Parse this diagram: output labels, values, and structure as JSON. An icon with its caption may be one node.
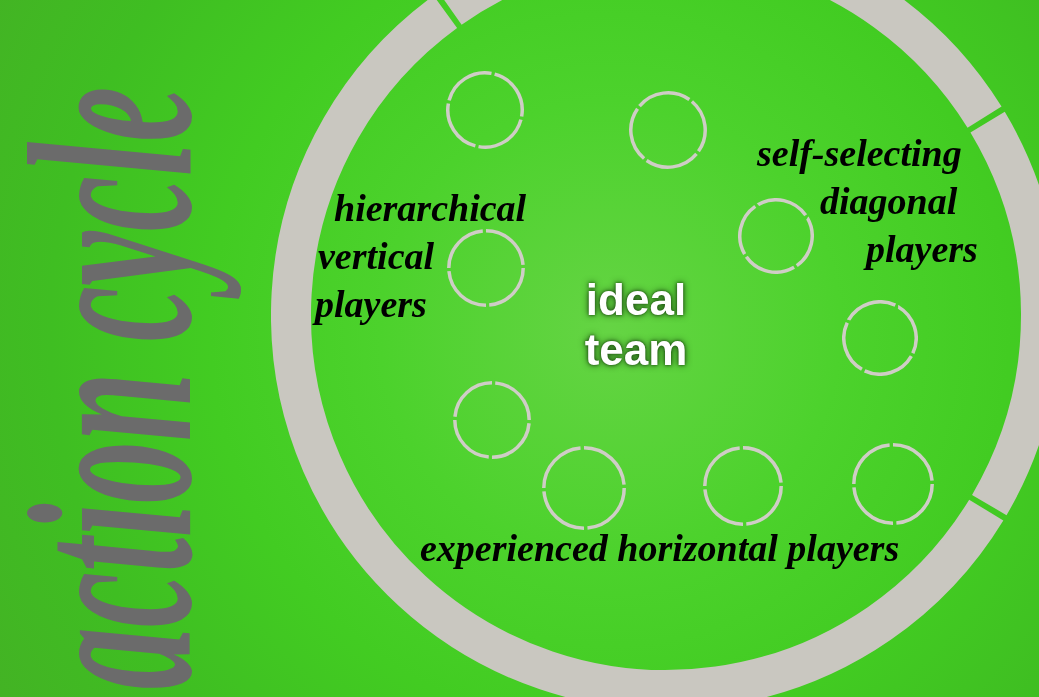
{
  "diagram": {
    "title": "action cycle",
    "nodes": [
      {
        "text": [
          "ideal team"
        ]
      },
      {
        "text": [],
        "shape": "circle",
        "in": 0
      },
      {
        "text": [],
        "shape": "circle",
        "in": 0
      },
      {
        "text": [],
        "shape": "circle",
        "in": 0
      },
      {
        "text": [],
        "shape": "circle",
        "in": 0
      },
      {
        "text": [],
        "shape": "circle",
        "in": 0
      },
      {
        "text": [],
        "shape": "circle",
        "in": 0
      },
      {
        "text": [],
        "shape": "circle",
        "in": 0
      },
      {
        "text": [],
        "shape": "circle",
        "in": 0
      },
      {
        "text": [],
        "shape": "circle",
        "in": 0
      }
    ],
    "labels": [
      "self-selecting diagonal players",
      "hierarchical vertical players",
      "experienced horizontal players"
    ]
  }
}
